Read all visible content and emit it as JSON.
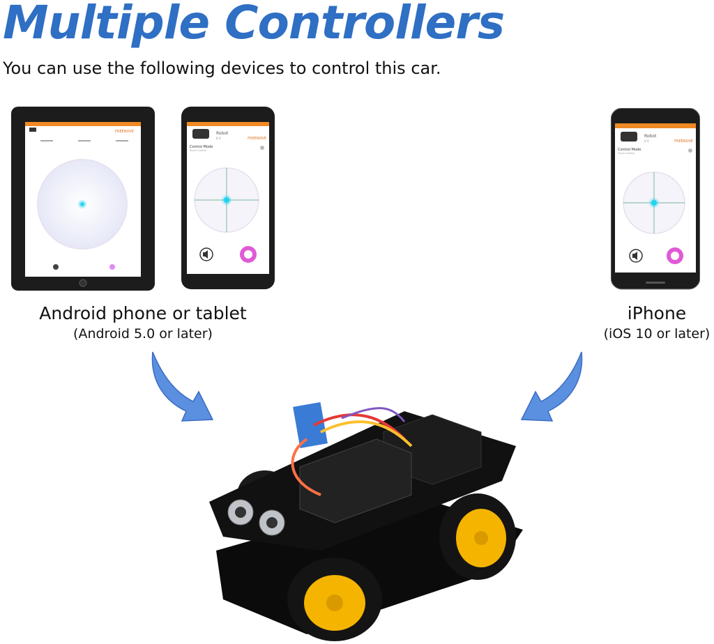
{
  "title": "Multiple Controllers",
  "subtitle": "You can use the following devices to control this car.",
  "devices": {
    "android": {
      "label": "Android phone or tablet",
      "requirement": "(Android 5.0 or later)"
    },
    "iphone": {
      "label": "iPhone",
      "requirement": "(iOS 10 or later)"
    },
    "app_screen": {
      "robot_name": "Robot",
      "robot_sub": "0 V",
      "brand": "FREENOVE",
      "control_mode_label": "Control Mode",
      "control_mode_value": "Touch Control"
    }
  },
  "colors": {
    "title": "#2f6fc4",
    "arrow": "#5b8fe0",
    "app_bar": "#f08a24",
    "brand": "#e07020",
    "joystick": "#22d3ee"
  }
}
